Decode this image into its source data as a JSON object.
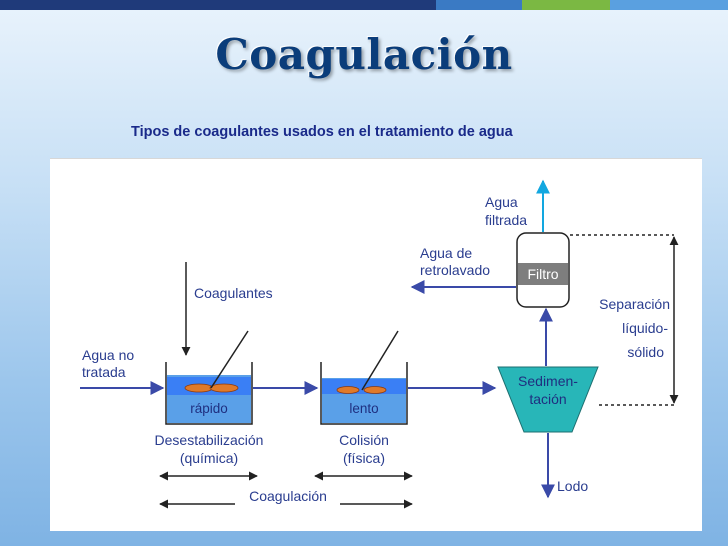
{
  "slide": {
    "title": "Coagulación",
    "subtitle": "Tipos de coagulantes usados en el tratamiento de agua"
  },
  "colors": {
    "title": "#0b3d7a",
    "subtitle": "#1a2a8a",
    "diagram_text": "#2a3d8f",
    "arrow": "#3a4aa8",
    "water_tank": "#3a7ff5",
    "water_tank_label": "#5aa0e8",
    "sedimenter": "#28b6b8",
    "filter_arrow": "#12a7e0",
    "top_bar": [
      "#1f3a7a",
      "#3a7ac4",
      "#7bb843",
      "#5aa0e0"
    ]
  },
  "diagram": {
    "input_label_line1": "Agua no",
    "input_label_line2": "tratada",
    "coagulants_label": "Coagulantes",
    "rapid_tank_label": "rápido",
    "slow_tank_label": "lento",
    "destabilization_line1": "Desestabilización",
    "destabilization_line2": "(química)",
    "collision_line1": "Colisión",
    "collision_line2": "(física)",
    "coagulation_label": "Coagulación",
    "sedimentation_line1": "Sedimen-",
    "sedimentation_line2": "tación",
    "sludge_label": "Lodo",
    "filter_label": "Filtro",
    "filtered_line1": "Agua",
    "filtered_line2": "filtrada",
    "backwash_line1": "Agua de",
    "backwash_line2": "retrolavado",
    "separation_line1": "Separación",
    "separation_line2": "líquido-",
    "separation_line3": "sólido"
  }
}
